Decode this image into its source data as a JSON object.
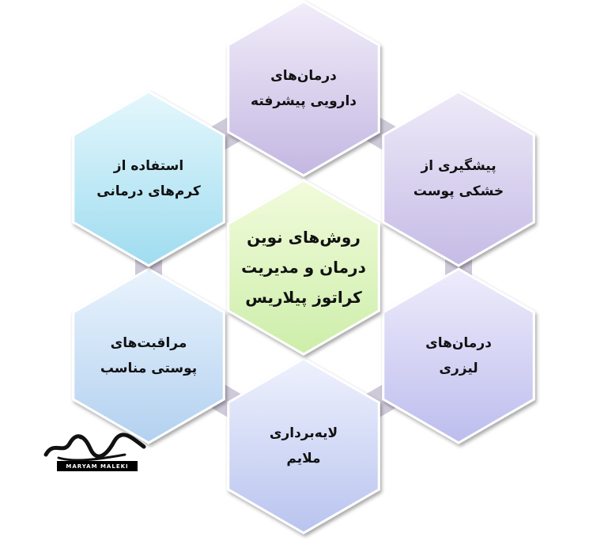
{
  "diagram": {
    "center": {
      "lines": [
        "روش‌های نوین",
        "درمان و مدیریت",
        "کراتوز پیلاریس"
      ]
    },
    "nodes": [
      {
        "id": "top",
        "lines": [
          "درمان‌های",
          "دارویی پیشرفته"
        ]
      },
      {
        "id": "upper-right",
        "lines": [
          "پیشگیری از",
          "خشکی پوست"
        ]
      },
      {
        "id": "lower-right",
        "lines": [
          "درمان‌های",
          "لیزری"
        ]
      },
      {
        "id": "bottom",
        "lines": [
          "لایه‌برداری",
          "ملایم"
        ]
      },
      {
        "id": "lower-left",
        "lines": [
          "مراقبت‌های",
          "پوستی مناسب"
        ]
      },
      {
        "id": "upper-left",
        "lines": [
          "استفاده از",
          "کرم‌های درمانی"
        ]
      }
    ],
    "colors": {
      "center": [
        "#f2fbdc",
        "#cdeeaa"
      ],
      "top": [
        "#f1edf9",
        "#c4b7e2"
      ],
      "upper-right": [
        "#eeeaf8",
        "#c5bbe6"
      ],
      "lower-right": [
        "#eeecfb",
        "#bdbdee"
      ],
      "bottom": [
        "#eef1fd",
        "#b9c4ef"
      ],
      "lower-left": [
        "#e9f3fd",
        "#b3d1f0"
      ],
      "upper-left": [
        "#e4f7fc",
        "#9fdcf0"
      ],
      "connector": "#cfcad9"
    }
  },
  "logo": {
    "band_text": "MARYAM MALEKI",
    "script_text": "مریم ملکی"
  }
}
